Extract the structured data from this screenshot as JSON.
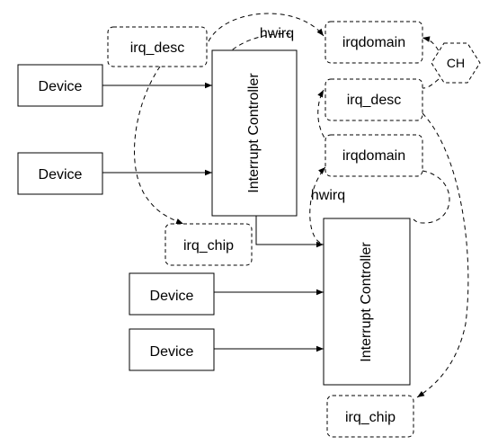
{
  "nodes": {
    "device_1": "Device",
    "device_2": "Device",
    "device_3": "Device",
    "device_4": "Device",
    "controller_1": "Interrupt Controller",
    "controller_2": "Interrupt Controller",
    "irq_desc_1": "irq_desc",
    "irq_desc_2": "irq_desc",
    "irqdomain_1": "irqdomain",
    "irqdomain_2": "irqdomain",
    "irq_chip_1": "irq_chip",
    "irq_chip_2": "irq_chip",
    "ch": "CH"
  },
  "edges": {
    "hwirq_1": "hwirq",
    "hwirq_2": "hwirq"
  }
}
